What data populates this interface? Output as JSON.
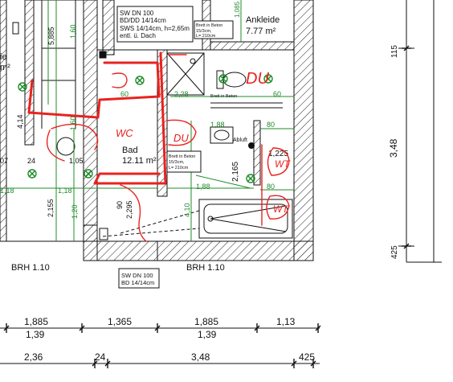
{
  "rooms": {
    "ankleide": {
      "name": "Ankleide",
      "area": "7.77 m²"
    },
    "bad": {
      "name": "Bad",
      "area": "12.11 m²"
    },
    "left_partial": {
      "name": "ie",
      "area": "m²"
    }
  },
  "notes": {
    "sw_top": [
      "SW DN 100",
      "BD/DD 14/14cm",
      "SWS 14/14cm, h=2,65m",
      "entl. ü. Dach"
    ],
    "sw_bottom": [
      "SW DN 100",
      "BD 14/14cm"
    ],
    "brett_top": [
      "Brett in Beton",
      "15/3cm,",
      "L= 210cm"
    ],
    "brett_mid": [
      "Brett in Beton",
      "15/3cm,",
      "L= 210cm"
    ],
    "brett_low": "Brett in Beton",
    "abluft": "Abluft",
    "brh_left": "BRH 1.10",
    "brh_right": "BRH 1.10"
  },
  "dims_green": {
    "d_108": "1,085",
    "d_188_top": "1,88",
    "d_228": "2,28",
    "d_60_a": "60",
    "d_60_b": "60",
    "d_80_a": "80",
    "d_80_b": "80",
    "d_188_low": "1,88",
    "d_118_a": "1,18",
    "d_118_b": "1,18",
    "d_120": "1,20",
    "d_410": "4,10",
    "d_160": "1,60",
    "d_160_b": "1,60",
    "d_122": "1,225"
  },
  "dims_black": {
    "d_588": "5,885",
    "d_414": "4,14",
    "d_07": "07",
    "d_24a": "24",
    "d_105": "1,05",
    "d_215": "2,155",
    "d_90": "90",
    "d_2295": "2,295",
    "d_216": "2,165",
    "d_115": "115",
    "d_348_v": "3,48",
    "d_425_v": "425"
  },
  "bottom_dims": {
    "row1": [
      "1,885",
      "1,365",
      "1,885",
      "1,13"
    ],
    "row2": [
      "1,39",
      "1,39"
    ],
    "row3": [
      "2,36",
      "24",
      "3,48",
      "425"
    ]
  },
  "annotations_red": [
    "DU",
    "WC",
    "DU",
    "WT",
    "WT"
  ]
}
